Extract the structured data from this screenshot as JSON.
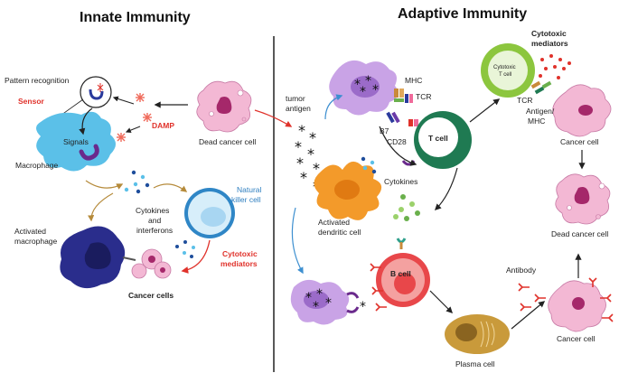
{
  "titles": {
    "innate": "Innate Immunity",
    "adaptive": "Adaptive Immunity"
  },
  "innate": {
    "pattern_recognition": "Pattern recognition",
    "sensor": "Sensor",
    "damp": "DAMP",
    "signals": "Signals",
    "macrophage": "Macrophage",
    "dead_cancer_cell": "Dead cancer cell",
    "natural_killer_1": "Natural",
    "natural_killer_2": "killer cell",
    "cytokines_1": "Cytokines",
    "cytokines_2": "and",
    "cytokines_3": "interferons",
    "activated_macrophage_1": "Activated",
    "activated_macrophage_2": "macrophage",
    "cytotoxic_1": "Cytotoxic",
    "cytotoxic_2": "mediators",
    "cancer_cells": "Cancer cells"
  },
  "adaptive": {
    "tumor_antigen_1": "tumor",
    "tumor_antigen_2": "antigen",
    "mhc": "MHC",
    "tcr": "TCR",
    "b7": "B7",
    "cd28": "CD28",
    "t_cell": "T cell",
    "activated_dc_1": "Activated",
    "activated_dc_2": "dendritic cell",
    "cytokines": "Cytokines",
    "b_cell": "B cell",
    "plasma_cell": "Plasma cell",
    "antibody": "Antibody",
    "cancer_cell_bottom": "Cancer cell",
    "cytotoxic_mediators_1": "Cytotoxic",
    "cytotoxic_mediators_2": "mediators",
    "cytotoxic_t_cell_1": "Cytotoxic",
    "cytotoxic_t_cell_2": "T cell",
    "tcr_top": "TCR",
    "antigen_mhc_1": "Antigen/",
    "antigen_mhc_2": "MHC",
    "cancer_cell_top": "Cancer cell",
    "dead_cancer_cell": "Dead cancer cell"
  },
  "colors": {
    "red_label": "#e0322b",
    "blue_label": "#2f7fc0",
    "macrophage": "#5bc0e8",
    "activated_macrophage": "#2a2d8c",
    "nk_cell": "#2f86c6",
    "t_cell": "#1f7a52",
    "dendritic_cell": "#f39a2a",
    "b_cell": "#e8474a",
    "plasma_cell": "#c99a3b",
    "cancer_cell": "#f3b8d4",
    "apc_purple": "#c9a3e6"
  }
}
